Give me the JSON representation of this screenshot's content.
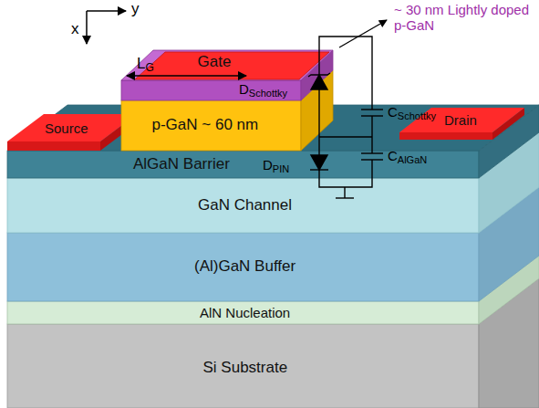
{
  "diagram": {
    "nodes": [
      {
        "text": [
          "Source"
        ]
      },
      {
        "text": [
          "Gate"
        ]
      },
      {
        "text": [
          "Drain"
        ]
      },
      {
        "text": [
          "p-GaN ~ 60 nm"
        ]
      },
      {
        "text": [
          "AlGaN Barrier"
        ]
      },
      {
        "text": [
          "GaN Channel"
        ]
      },
      {
        "text": [
          "(Al)GaN Buffer"
        ]
      },
      {
        "text": [
          "AlN Nucleation"
        ]
      },
      {
        "text": [
          "Si Substrate"
        ]
      }
    ],
    "labels": [
      "x",
      "y",
      "L",
      "G",
      "D",
      "Schottky",
      "C",
      "Schottky",
      "D",
      "PIN",
      "C",
      "AlGaN",
      "~ 30 nm Lightly doped p-GaN"
    ]
  }
}
